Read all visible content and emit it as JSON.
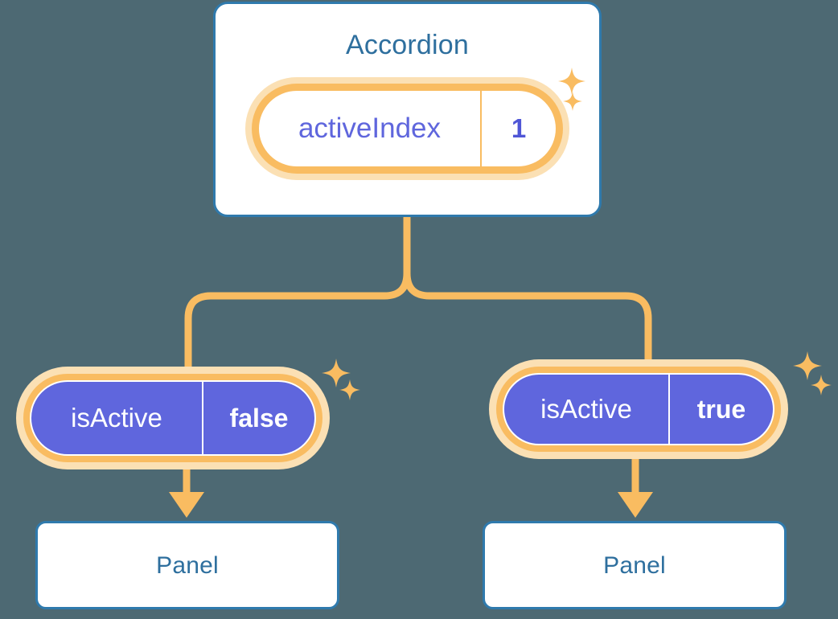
{
  "theme": {
    "background": "#4d6973",
    "card_border": "#2f7aad",
    "card_bg": "#ffffff",
    "title_text": "#2e6f9e",
    "accent_orange": "#f9bc61",
    "accent_orange_glow": "#fbe0b4",
    "purple": "#5f66dd",
    "purple_text": "#5f66dd",
    "white": "#ffffff"
  },
  "diagram": {
    "type": "component-state-tree",
    "root": {
      "title": "Accordion",
      "state_pill": {
        "key": "activeIndex",
        "value": "1",
        "style": "white"
      }
    },
    "children": [
      {
        "state_pill": {
          "key": "isActive",
          "value": "false",
          "style": "purple"
        },
        "node": {
          "title": "Panel"
        }
      },
      {
        "state_pill": {
          "key": "isActive",
          "value": "true",
          "style": "purple"
        },
        "node": {
          "title": "Panel"
        }
      }
    ]
  },
  "icons": {
    "sparkle_large": "sparkle-icon",
    "sparkle_small": "sparkle-small-icon",
    "arrow_down": "arrow-down-icon"
  }
}
